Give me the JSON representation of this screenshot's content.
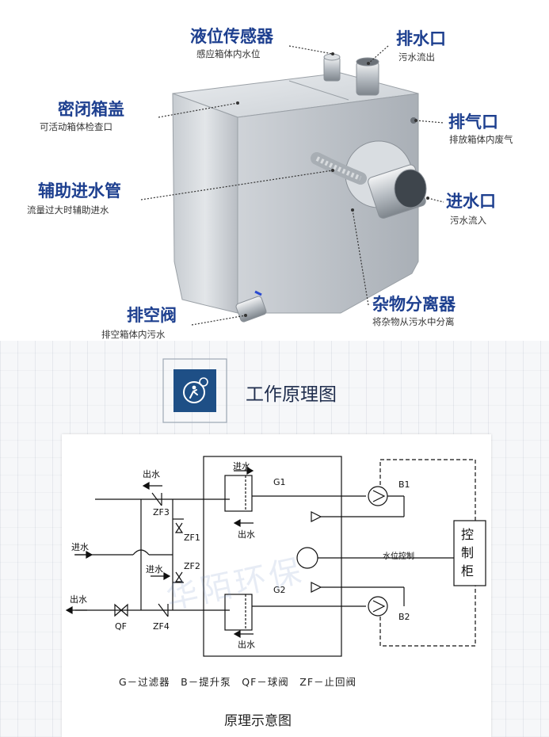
{
  "callouts": {
    "level_sensor": {
      "title": "液位传感器",
      "sub": "感应箱体内水位"
    },
    "drain_outlet": {
      "title": "排水口",
      "sub": "污水流出"
    },
    "sealed_cover": {
      "title": "密闭箱盖",
      "sub": "可活动箱体检查口"
    },
    "vent": {
      "title": "排气口",
      "sub": "排放箱体内废气"
    },
    "aux_inlet": {
      "title": "辅助进水管",
      "sub": "流量过大时辅助进水"
    },
    "inlet": {
      "title": "进水口",
      "sub": "污水流入"
    },
    "separator": {
      "title": "杂物分离器",
      "sub": "将杂物从污水中分离"
    },
    "empty_valve": {
      "title": "排空阀",
      "sub": "排空箱体内污水"
    }
  },
  "section": {
    "title": "工作原理图",
    "icon": "gear-person-icon"
  },
  "diagram": {
    "labels": {
      "out_water_1": "出水",
      "zf3": "ZF3",
      "zf1": "ZF1",
      "zf2": "ZF2",
      "zf4": "ZF4",
      "inlet_water": "进水",
      "inlet_water_2": "进水",
      "out_water_2": "出水",
      "qf": "QF",
      "g1_in": "进水",
      "g1_out": "出水",
      "g1": "G1",
      "g2": "G2",
      "g2_out": "出水",
      "b1": "B1",
      "b2": "B2",
      "level_control": "水位控制",
      "cabinet": "控\n制\n柜"
    },
    "legend": "G－过滤器　B－提升泵　QF－球阀　ZF－止回阀",
    "caption": "原理示意图",
    "watermark": "华陌环保"
  },
  "colors": {
    "accent": "#1d3f8f",
    "icon_bg": "#1e4f86"
  }
}
